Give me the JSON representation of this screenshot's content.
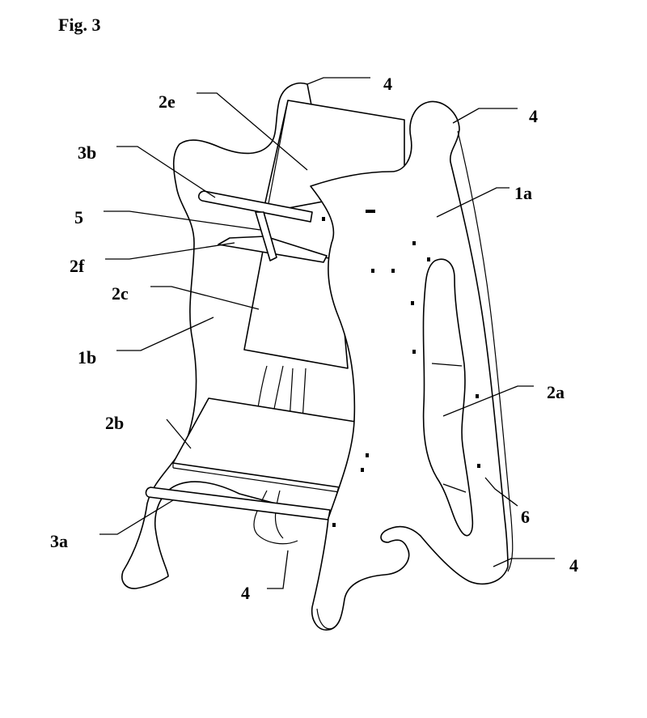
{
  "figure": {
    "title": "Fig. 3"
  },
  "labels": {
    "l_4_top": "4",
    "l_4_right": "4",
    "l_2e": "2e",
    "l_3b": "3b",
    "l_1a": "1a",
    "l_5": "5",
    "l_2f": "2f",
    "l_2c": "2c",
    "l_1b": "1b",
    "l_2a": "2a",
    "l_2b": "2b",
    "l_6": "6",
    "l_3a": "3a",
    "l_4_bottom": "4",
    "l_4_bottom_right": "4"
  }
}
